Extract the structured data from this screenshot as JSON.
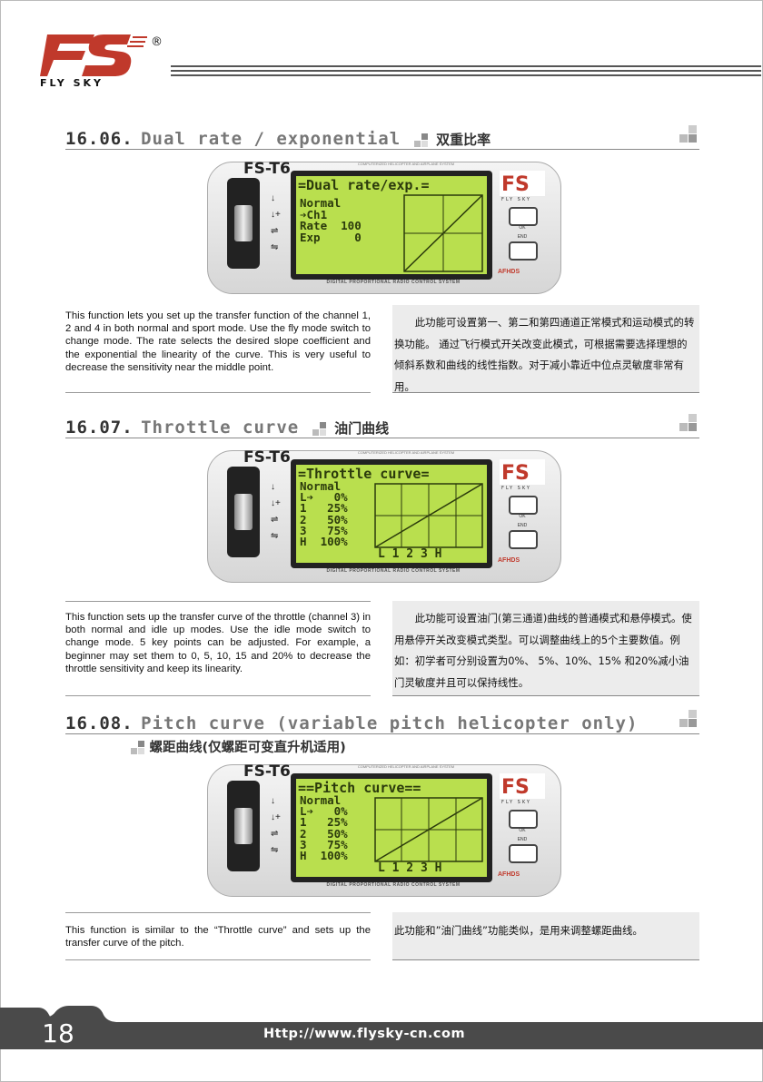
{
  "header": {
    "brand": "FLY SKY",
    "logo_letters": "FS",
    "registered": "®"
  },
  "sections": [
    {
      "number": "16.06.",
      "title": "Dual rate / exponential",
      "title_cn": "双重比率",
      "lcd": {
        "title": "=Dual rate/exp.=",
        "lines": "Normal\n➔Ch1\nRate  100\nExp     0"
      },
      "text_en": "This function lets you set up the transfer function of the channel 1, 2 and 4 in both normal and sport mode.  Use the fly mode switch to change mode. The rate selects the desired slope coefficient and the exponential the linearity of the curve. This is very useful to decrease the sensitivity near the middle point.",
      "text_cn": "　　此功能可设置第一、第二和第四通道正常模式和运动模式的转换功能。 通过飞行模式开关改变此模式，可根据需要选择理想的倾斜系数和曲线的线性指数。对于减小靠近中位点灵敏度非常有用。"
    },
    {
      "number": "16.07.",
      "title": "Throttle curve",
      "title_cn": "油门曲线",
      "lcd": {
        "title": "=Throttle curve=",
        "lines": "Normal\nL➔   0%\n1   25%\n2   50%\n3   75%\nH  100%",
        "axis": "L 1 2 3 H"
      },
      "text_en": "This function sets up the transfer curve of the throttle (channel 3) in both normal and idle up modes.  Use the idle mode switch to change mode. 5 key points can be adjusted. For example, a beginner may set them to 0, 5, 10, 15 and 20% to decrease the throttle sensitivity  and keep its linearity.",
      "text_cn": "　　此功能可设置油门(第三通道)曲线的普通模式和悬停模式。使用悬停开关改变模式类型。可以调整曲线上的5个主要数值。例如：初学者可分别设置为0%、 5%、10%、15% 和20%减小油门灵敏度并且可以保持线性。"
    },
    {
      "number": "16.08.",
      "title": "Pitch curve (variable pitch helicopter only)",
      "title_cn": "螺距曲线(仅螺距可变直升机适用)",
      "lcd": {
        "title": "==Pitch curve==",
        "lines": "Normal\nL➔   0%\n1   25%\n2   50%\n3   75%\nH  100%",
        "axis": "L 1 2 3 H"
      },
      "text_en": "This function is similar to the “Throttle curve” and sets up the  transfer curve of the pitch.",
      "text_cn": "此功能和”油门曲线”功能类似，是用来调整螺距曲线。"
    }
  ],
  "transmitter": {
    "model": "FS-T6",
    "banner": "COMPUTERIZED HELICOPTER AND AIRPLANE SYSTEM",
    "footer": "DIGITAL PROPORTIONAL RADIO CONTROL SYSTEM",
    "btn_ok": "OK",
    "btn_end": "END",
    "afhds": "AFHDS"
  },
  "footer": {
    "page_number": "18",
    "url": "Http://www.flysky-cn.com"
  }
}
